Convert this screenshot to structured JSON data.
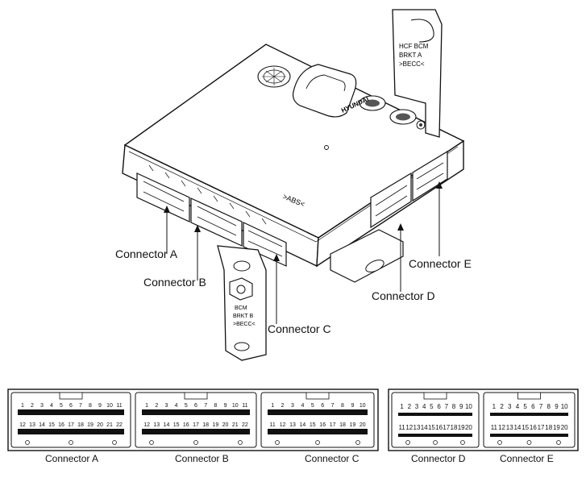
{
  "callouts": {
    "connector_a": "Connector A",
    "connector_b": "Connector B",
    "connector_c": "Connector C",
    "connector_d": "Connector D",
    "connector_e": "Connector E"
  },
  "module": {
    "bracket_top_text": [
      "HCF BCM",
      "BRKT A",
      ">BECC<"
    ],
    "bracket_bottom_text": [
      "BCM",
      "BRKT B",
      ">BECC<"
    ],
    "side_marking": ">ABS<",
    "brand_marking": "HYUNDAI"
  },
  "pinouts": {
    "a": {
      "label": "Connector A",
      "top": [
        "1",
        "2",
        "3",
        "4",
        "5",
        "6",
        "7",
        "8",
        "9",
        "10",
        "11"
      ],
      "bottom": [
        "12",
        "13",
        "14",
        "15",
        "16",
        "17",
        "18",
        "19",
        "20",
        "21",
        "22"
      ]
    },
    "b": {
      "label": "Connector B",
      "top": [
        "1",
        "2",
        "3",
        "4",
        "5",
        "6",
        "7",
        "8",
        "9",
        "10",
        "11"
      ],
      "bottom": [
        "12",
        "13",
        "14",
        "15",
        "16",
        "17",
        "18",
        "19",
        "20",
        "21",
        "22"
      ]
    },
    "c": {
      "label": "Connector C",
      "top": [
        "1",
        "2",
        "3",
        "4",
        "5",
        "6",
        "7",
        "8",
        "9",
        "10"
      ],
      "bottom": [
        "11",
        "12",
        "13",
        "14",
        "15",
        "16",
        "17",
        "18",
        "19",
        "20"
      ]
    },
    "d": {
      "label": "Connector D",
      "top": [
        "1",
        "2",
        "3",
        "4",
        "5",
        "6",
        "7",
        "8",
        "9",
        "10"
      ],
      "bottom": [
        "11",
        "12",
        "13",
        "14",
        "15",
        "16",
        "17",
        "18",
        "19",
        "20"
      ]
    },
    "e": {
      "label": "Connector E",
      "top": [
        "1",
        "2",
        "3",
        "4",
        "5",
        "6",
        "7",
        "8",
        "9",
        "10"
      ],
      "bottom": [
        "11",
        "12",
        "13",
        "14",
        "15",
        "16",
        "17",
        "18",
        "19",
        "20"
      ]
    }
  }
}
